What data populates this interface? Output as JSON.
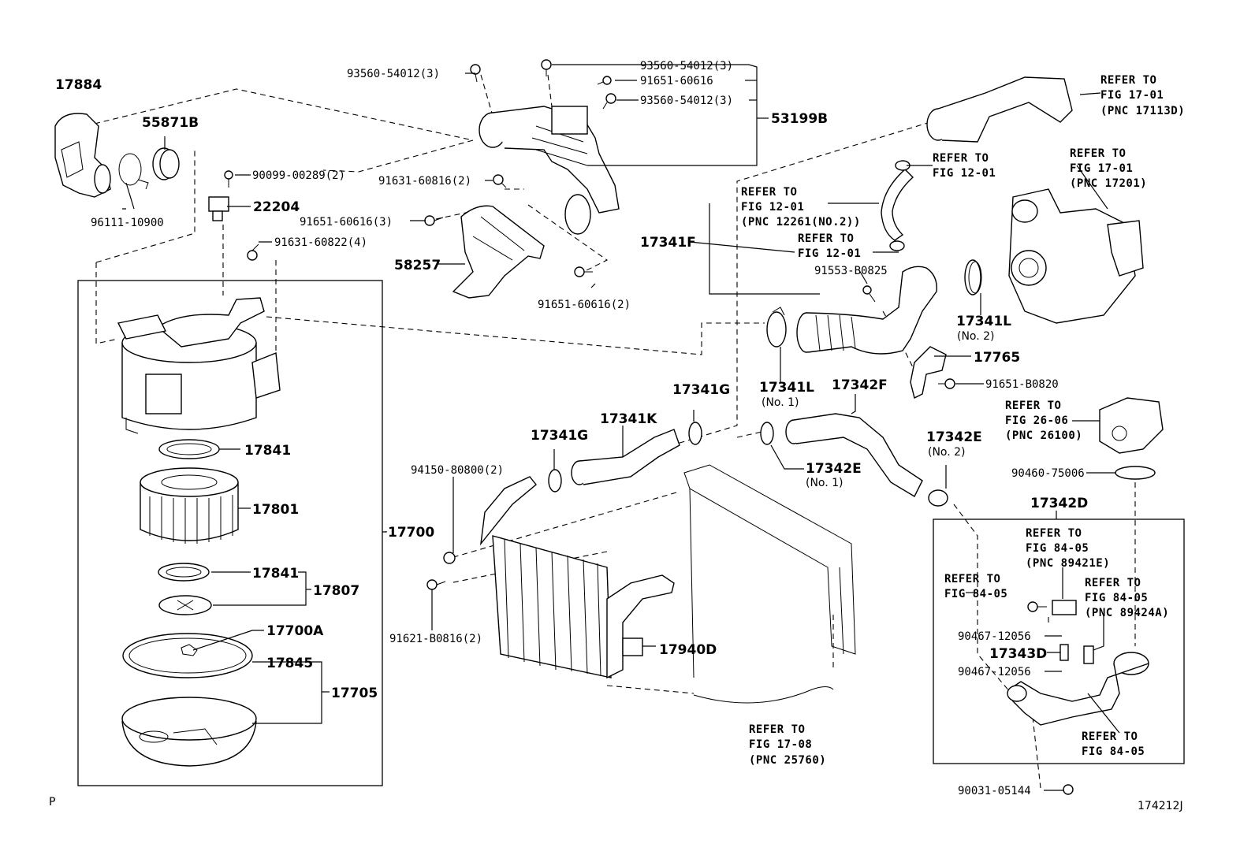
{
  "labels": {
    "p17884": "17884",
    "p55871B": "55871B",
    "p96111": "96111-10900",
    "p90099": "90099-00289(2)",
    "p22204": "22204",
    "p91631_60822": "91631-60822(4)",
    "p93560_a": "93560-54012(3)",
    "p93560_b": "93560-54012(3)",
    "p91651_60616": "91651-60616",
    "p93560_c": "93560-54012(3)",
    "p53199B": "53199B",
    "p91631_60816": "91631-60816(2)",
    "p91651_3": "91651-60616(3)",
    "p58257": "58257",
    "p91651_2": "91651-60616(2)",
    "p17841a": "17841",
    "p17801": "17801",
    "p17700": "17700",
    "p17841b": "17841",
    "p17807": "17807",
    "p17700A": "17700A",
    "p17845": "17845",
    "p17705": "17705",
    "p17341F": "17341F",
    "p91553": "91553-B0825",
    "p17341L1": "17341L",
    "p17341L1sub": "(No. 1)",
    "p17341L2": "17341L",
    "p17341L2sub": "(No. 2)",
    "p17765": "17765",
    "p91651_B0820": "91651-B0820",
    "p17342F": "17342F",
    "p17341G_a": "17341G",
    "p17341K": "17341K",
    "p17341G_b": "17341G",
    "p94150": "94150-80800(2)",
    "p17342E1": "17342E",
    "p17342E1sub": "(No. 1)",
    "p17342E2": "17342E",
    "p17342E2sub": "(No. 2)",
    "p17940D": "17940D",
    "p91621": "91621-B0816(2)",
    "p90460": "90460-75006",
    "p17342D": "17342D",
    "p90467a": "90467-12056",
    "p17343D": "17343D",
    "p90467b": "90467-12056",
    "p90031": "90031-05144"
  },
  "refers": {
    "r1_l1": "REFER TO",
    "r1_l2": "FIG 17-01",
    "r1_l3": "(PNC 17113D)",
    "r2_l1": "REFER TO",
    "r2_l2": "FIG 12-01",
    "r3_l1": "REFER TO",
    "r3_l2": "FIG 17-01",
    "r3_l3": "(PNC 17201)",
    "r4_l1": "REFER TO",
    "r4_l2": "FIG 12-01",
    "r4_l3": "(PNC 12261(NO.2))",
    "r5_l1": "REFER TO",
    "r5_l2": "FIG 12-01",
    "r6_l1": "REFER TO",
    "r6_l2": "FIG 26-06",
    "r6_l3": "(PNC 26100)",
    "r7_l1": "REFER TO",
    "r7_l2": "FIG 84-05",
    "r7_l3": "(PNC 89421E)",
    "r8_l1": "REFER TO",
    "r8_l2": "FIG 84-05",
    "r9_l1": "REFER TO",
    "r9_l2": "FIG 84-05",
    "r9_l3": "(PNC 89424A)",
    "r10_l1": "REFER TO",
    "r10_l2": "FIG 84-05",
    "r11_l1": "REFER TO",
    "r11_l2": "FIG 17-08",
    "r11_l3": "(PNC 25760)"
  },
  "footer": {
    "left_mark": "P",
    "figure_code": "174212J"
  }
}
